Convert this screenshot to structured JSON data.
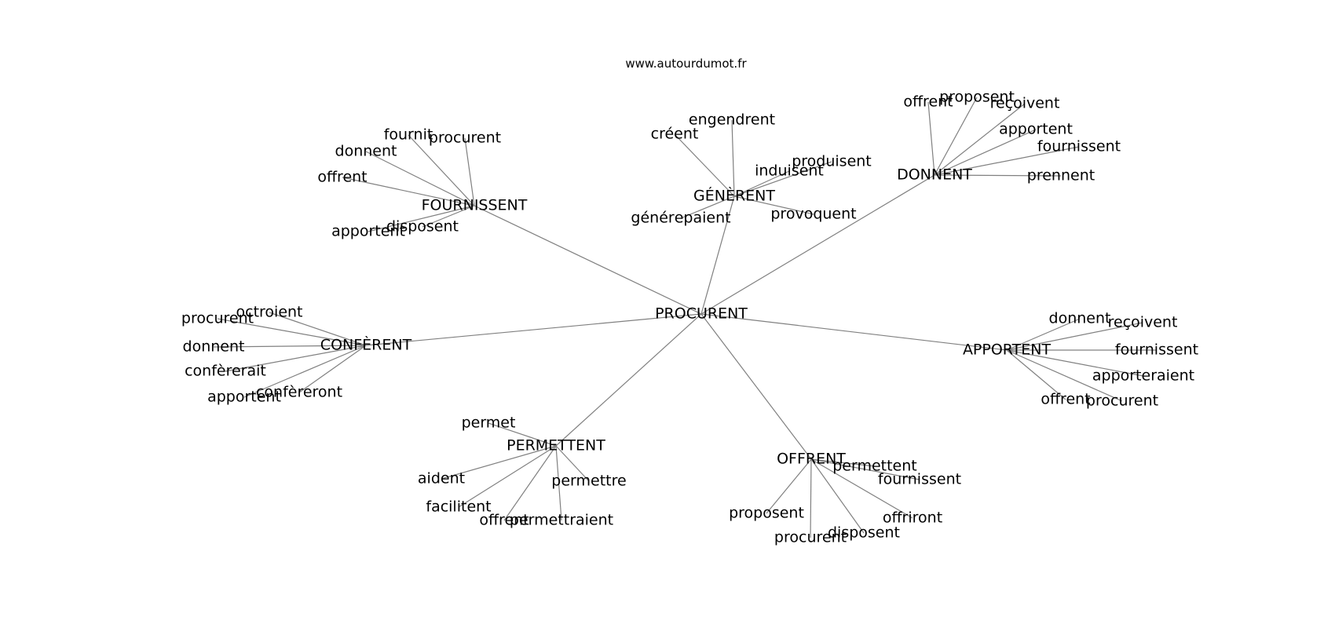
{
  "site_label": "www.autourdumot.fr",
  "colors": {
    "edge": "#808080",
    "text": "#000000",
    "background": "#ffffff"
  },
  "graph": {
    "root": "PROCURENT",
    "clusters": [
      {
        "id": "fournissent",
        "label": "FOURNISSENT",
        "leaves": [
          "fournit",
          "procurent",
          "donnent",
          "offrent",
          "disposent",
          "apportent"
        ]
      },
      {
        "id": "generent",
        "label": "GÉNÈRENT",
        "leaves": [
          "engendrent",
          "créent",
          "produisent",
          "induisent",
          "générераient",
          "provoquent"
        ]
      },
      {
        "id": "donnent",
        "label": "DONNENT",
        "leaves": [
          "offrent",
          "proposent",
          "reçoivent",
          "apportent",
          "fournissent",
          "prennent"
        ]
      },
      {
        "id": "conferent",
        "label": "CONFÈRENT",
        "leaves": [
          "octroient",
          "procurent",
          "donnent",
          "confèrerait",
          "confèreront",
          "apportent"
        ]
      },
      {
        "id": "apportent",
        "label": "APPORTENT",
        "leaves": [
          "donnent",
          "reçoivent",
          "fournissent",
          "apporteraient",
          "offrent",
          "procurent"
        ]
      },
      {
        "id": "permettent",
        "label": "PERMETTENT",
        "leaves": [
          "permet",
          "aident",
          "facilitent",
          "offrent",
          "permettraient",
          "permettre"
        ]
      },
      {
        "id": "offrent",
        "label": "OFFRENT",
        "leaves": [
          "permettent",
          "fournissent",
          "proposent",
          "procurent",
          "disposent",
          "offriront"
        ]
      }
    ]
  }
}
